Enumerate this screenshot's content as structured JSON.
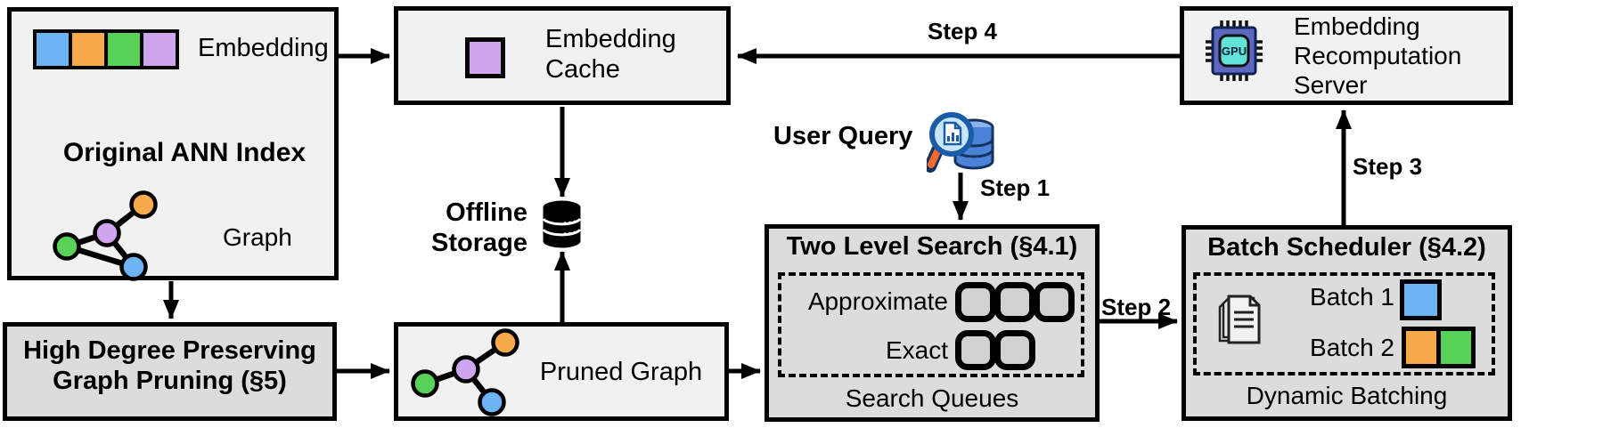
{
  "ann": {
    "embedding_label": "Embedding",
    "title": "Original ANN Index",
    "graph_label": "Graph"
  },
  "cache": {
    "line1": "Embedding",
    "line2": "Cache"
  },
  "storage": {
    "line1": "Offline",
    "line2": "Storage"
  },
  "server": {
    "line1": "Embedding",
    "line2": "Recomputation",
    "line3": "Server",
    "chip_text": "GPU"
  },
  "hdp": {
    "line1": "High Degree Preserving",
    "line2": "Graph Pruning (§5)"
  },
  "pruned": {
    "label": "Pruned Graph"
  },
  "query": {
    "label": "User Query"
  },
  "tls": {
    "title": "Two Level Search (§4.1)",
    "row1": "Approximate",
    "row2": "Exact",
    "caption": "Search Queues"
  },
  "bs": {
    "title": "Batch Scheduler (§4.2)",
    "row1": "Batch 1",
    "row2": "Batch 2",
    "caption": "Dynamic Batching"
  },
  "steps": {
    "s1": "Step 1",
    "s2": "Step 2",
    "s3": "Step 3",
    "s4": "Step 4"
  },
  "colors": {
    "blue": "#6cb4f4",
    "orange": "#f7aa4c",
    "green": "#58d158",
    "purple": "#d0a5f0",
    "box_light": "#f1f1f1",
    "box_gray": "#dcdcdc",
    "queue_slot": "#d2d2d2",
    "outline": "#000000",
    "db_blue": "#4a82d8",
    "db_blue_top": "#8ab4ec",
    "lens_blue": "#c8e6f8",
    "handle_orange": "#f26a2e",
    "chip_indigo": "#5b67c0",
    "chip_cyan": "#63e2d8"
  }
}
